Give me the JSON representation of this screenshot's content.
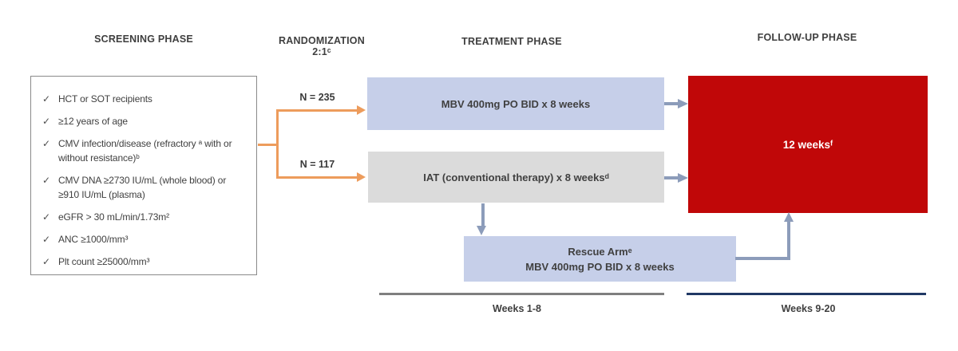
{
  "headers": {
    "screening": "SCREENING PHASE",
    "randomization_line1": "RANDOMIZATION",
    "randomization_line2": "2:1ᶜ",
    "treatment": "TREATMENT PHASE",
    "followup": "FOLLOW-UP PHASE"
  },
  "screening": {
    "check_glyph": "✓",
    "items": [
      "HCT or SOT recipients",
      "≥12 years of age",
      "CMV infection/disease (refractory ᵃ with or\nwithout resistance)ᵇ",
      "CMV DNA ≥2730 IU/mL (whole blood) or\n≥910 IU/mL (plasma)",
      "eGFR > 30 mL/min/1.73m²",
      "ANC ≥1000/mm³",
      "Plt count ≥25000/mm³"
    ]
  },
  "randomization": {
    "arm1_n": "N = 235",
    "arm2_n": "N = 117"
  },
  "treatment": {
    "mbv_label": "MBV 400mg PO BID x 8 weeks",
    "iat_label": "IAT (conventional therapy) x 8 weeksᵈ",
    "rescue_line1": "Rescue Armᵉ",
    "rescue_line2": "MBV 400mg PO BID x 8 weeks"
  },
  "followup": {
    "label": "12 weeksᶠ"
  },
  "timeline": {
    "left_label": "Weeks 1-8",
    "right_label": "Weeks 9-20"
  },
  "colors": {
    "orange": "#ED9C5C",
    "periwinkle": "#C6CFE9",
    "boxgray": "#DBDBDB",
    "red": "#C00708",
    "bluegray": "#8C9CBA",
    "navy": "#203864",
    "linegray": "#7F7F7F",
    "text": "#3F3F3F"
  }
}
